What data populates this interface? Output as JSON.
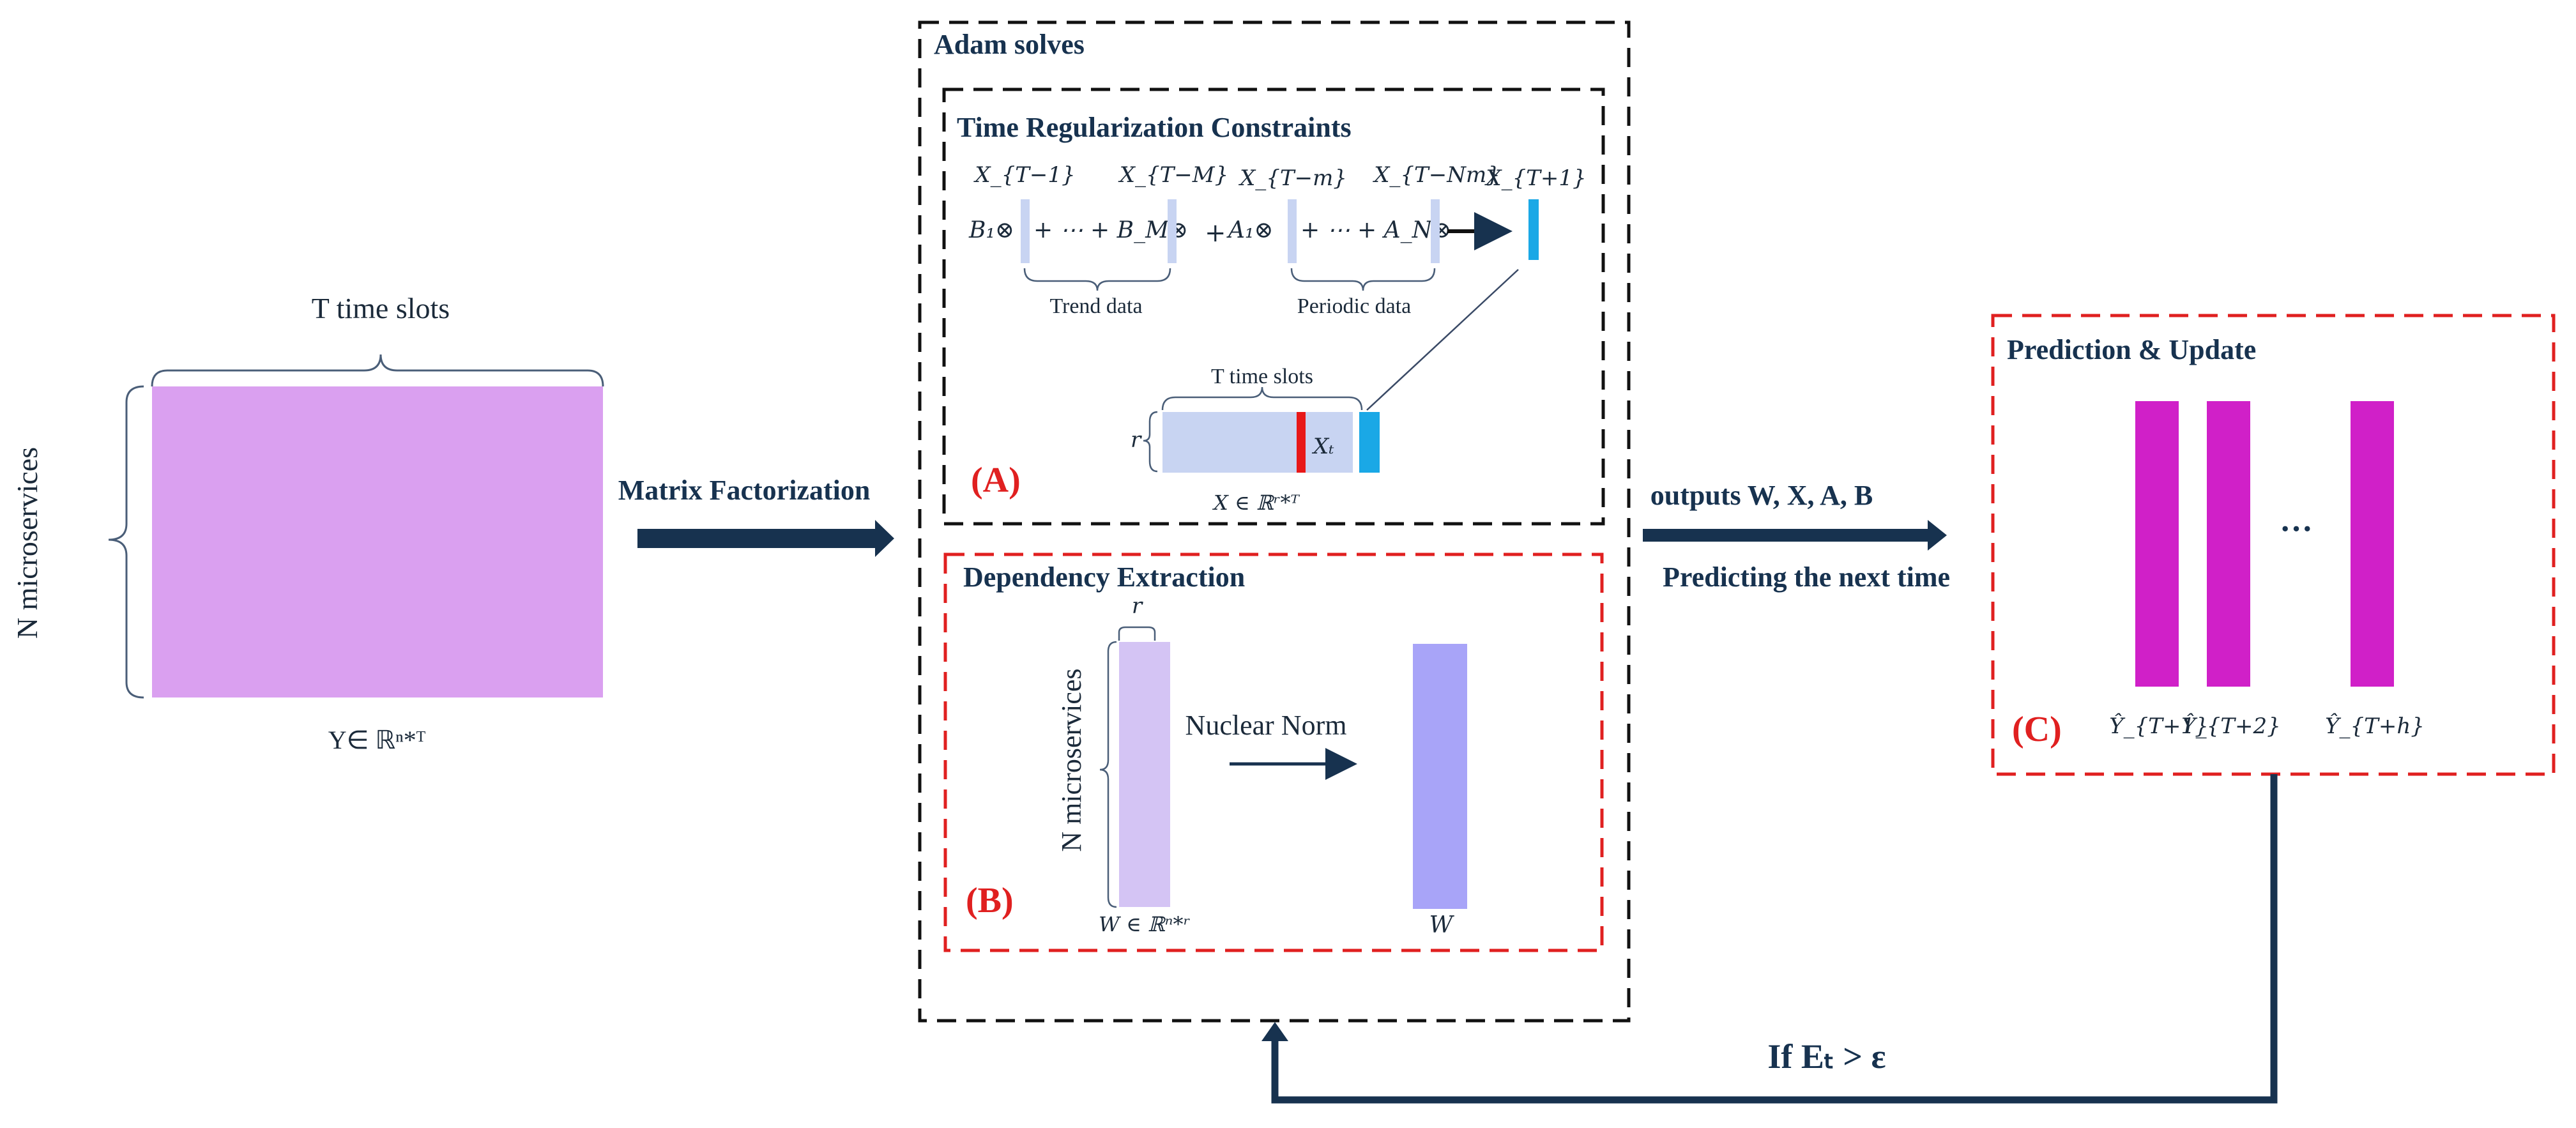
{
  "left_matrix": {
    "top_label": "T time slots",
    "side_label": "N microservices",
    "bottom_label": "Y∈ ℝⁿ*ᵀ",
    "fill_color": "#daa0f0"
  },
  "arrows": {
    "matrix_factorization": "Matrix Factorization",
    "outputs": "outputs W, X, A, B",
    "predicting": "Predicting the next time",
    "feedback": "If Eₜ > ε"
  },
  "adam": {
    "title": "Adam solves"
  },
  "panel_a": {
    "title": "Time Regularization Constraints",
    "marker": "(A)",
    "x_t_minus_1": "X_{T−1}",
    "x_t_minus_M": "X_{T−M}",
    "x_t_minus_m": "X_{T−m}",
    "x_t_minus_Nm": "X_{T−Nm}",
    "x_t_plus_1": "X_{T+1}",
    "b1": "B₁⊗",
    "bm": "+ ⋯ + B_M⊗",
    "plus": "+",
    "a1": "A₁⊗",
    "an": "+ ⋯ + A_N⊗",
    "trend_label": "Trend data",
    "periodic_label": "Periodic  data",
    "time_slots_label": "T time slots",
    "r_label": "r",
    "xt_label": "Xₜ",
    "x_matrix_label": "X ∈ ℝʳ*ᵀ"
  },
  "panel_b": {
    "title": "Dependency Extraction",
    "marker": "(B)",
    "r_label": "r",
    "side_label": "N microservices",
    "w_matrix_label": "W ∈ ℝⁿ*ʳ",
    "nuclear_norm": "Nuclear Norm",
    "w_label": "W"
  },
  "panel_c": {
    "title": "Prediction & Update",
    "marker": "(C)",
    "dots": "···",
    "y1": "Ŷ_{T+1}",
    "y2": "Ŷ_{T+2}",
    "yh": "Ŷ_{T+h}",
    "bar_color": "#d020c8"
  },
  "colors": {
    "dark_navy": "#17324f",
    "red_dashed": "#e02020",
    "light_blue": "#c8d4f2",
    "cyan": "#1aa8e6",
    "lavender": "#d4c4f4",
    "periwinkle": "#a8a4f8"
  }
}
